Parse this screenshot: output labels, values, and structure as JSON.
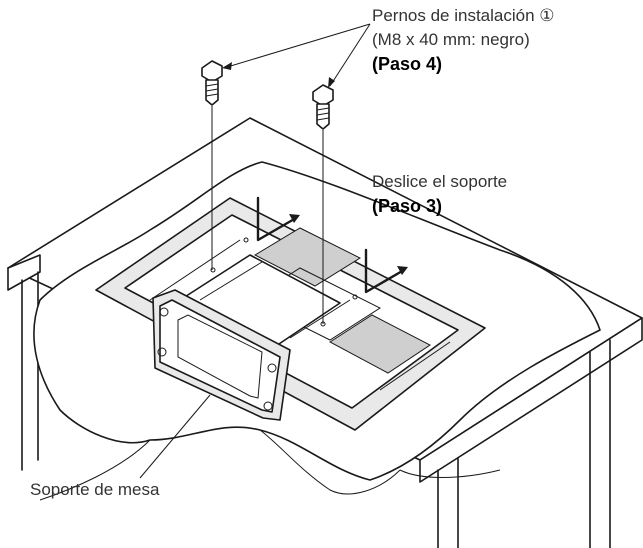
{
  "labels": {
    "bolts_title": "Pernos de instalación ①",
    "bolts_spec": "(M8 x 40 mm: negro)",
    "bolts_step": "(Paso 4)",
    "slide_title": "Deslice el soporte",
    "slide_step": "(Paso 3)",
    "stand_label": "Soporte de mesa"
  }
}
